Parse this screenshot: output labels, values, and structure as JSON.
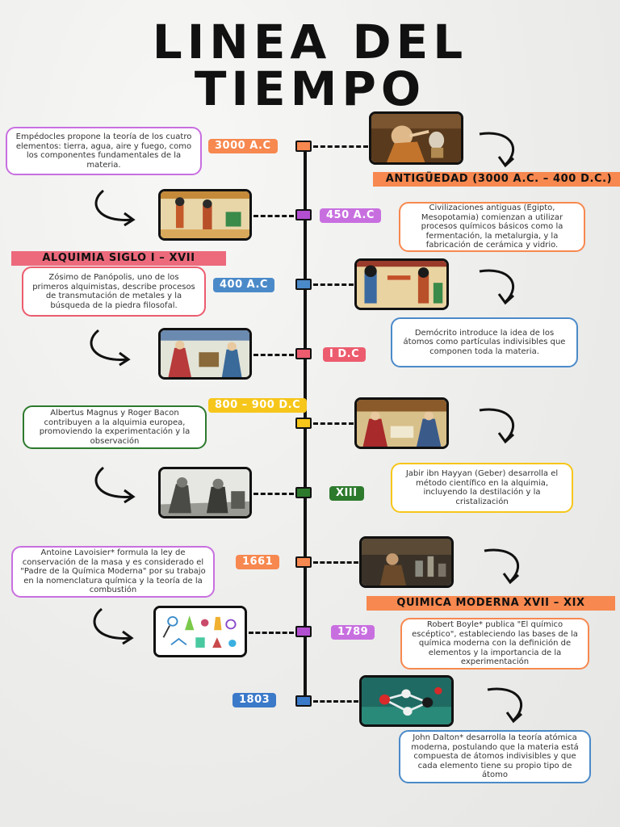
{
  "title": {
    "line1": "LINEA DEL",
    "line2": "TIEMPO"
  },
  "colors": {
    "orange": "#f7884f",
    "purple": "#b24fd0",
    "blue": "#4b8ac9",
    "red": "#ec5c6e",
    "yellow": "#f6c61a",
    "green": "#2d7a2d",
    "sky": "#3b79c9",
    "lavender": "#c86fe0"
  },
  "eras": {
    "antiguedad": "ANTIGÜEDAD (3000 A.C. – 400 D.C.)",
    "alquimia": "ALQUIMIA SIGLO I – XVII",
    "moderna": "QUIMICA MODERNA XVII – XIX"
  },
  "events": [
    {
      "date": "3000 A.C",
      "text": "Empédocles propone la teoría de los cuatro elementos: tierra, agua, aire y fuego, como los componentes fundamentales de la materia.",
      "icon": "alchemist-painting"
    },
    {
      "date": "450 A.C",
      "text": "Civilizaciones antiguas (Egipto, Mesopotamia) comienzan a utilizar procesos químicos básicos como la fermentación, la metalurgia, y la fabricación de cerámica y vidrio.",
      "icon": "egyptian-mural"
    },
    {
      "date": "400 A.C",
      "text": "Zósimo de Panópolis, uno de los primeros alquimistas, describe procesos de transmutación de metales y la búsqueda de la piedra filosofal.",
      "icon": "egyptian-fresco"
    },
    {
      "date": "I D.C",
      "text": "Demócrito introduce la idea de los átomos como partículas indivisibles que componen toda la materia.",
      "icon": "medieval-illustration"
    },
    {
      "date": "800 – 900 D.C",
      "text": "Albertus Magnus y Roger Bacon contribuyen a la alquimia europea, promoviendo la experimentación y la observación",
      "icon": "alchemy-lab-painting"
    },
    {
      "date": "XIII",
      "text": "Jabir ibn Hayyan (Geber) desarrolla el método científico en la alquimia, incluyendo la destilación y la cristalización",
      "icon": "engraving"
    },
    {
      "date": "1661",
      "text": "Antoine Lavoisier* formula la ley de conservación de la masa y es considerado el \"Padre de la Química Moderna\" por su trabajo en la nomenclatura química y la teoría de la combustión",
      "icon": "laboratory-photo"
    },
    {
      "date": "1789",
      "text": "Robert Boyle* publica \"El químico escéptico\", estableciendo las bases de la química moderna con la definición de elementos y la importancia de la experimentación",
      "icon": "science-doodles"
    },
    {
      "date": "1803",
      "text": "John Dalton* desarrolla la teoría atómica moderna, postulando que la materia está compuesta de átomos indivisibles y que cada elemento tiene su propio tipo de átomo",
      "icon": "molecule-model"
    }
  ]
}
